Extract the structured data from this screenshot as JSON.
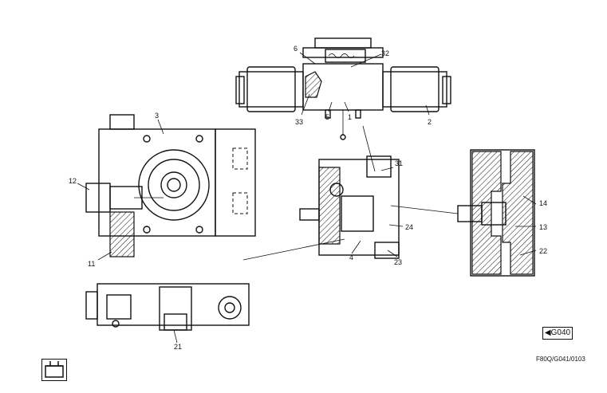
{
  "diagram": {
    "callouts": [
      "1",
      "2",
      "3",
      "4",
      "5",
      "6",
      "11",
      "12",
      "13",
      "14",
      "21",
      "22",
      "23",
      "24",
      "31",
      "32",
      "33"
    ],
    "reference_tag": "G040",
    "reference_marker": "◀",
    "document_number": "F80Q/G041/0103"
  }
}
